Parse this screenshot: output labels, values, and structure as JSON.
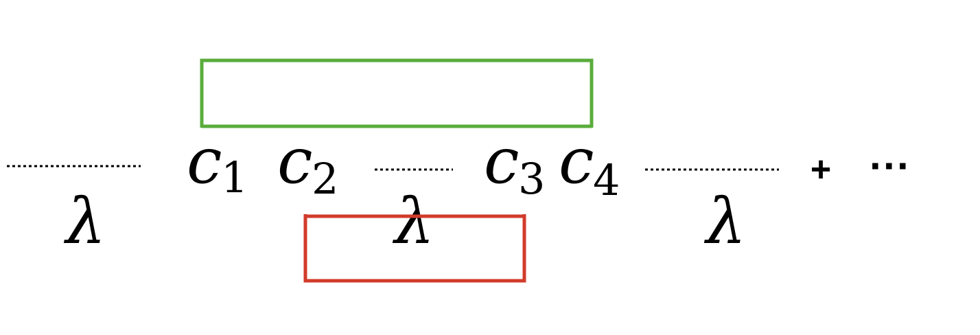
{
  "colors": {
    "green_box": "#5aac3c",
    "red_box": "#d23b2b",
    "text": "#000000"
  },
  "lambda_symbol": "λ",
  "tokens": {
    "c1": {
      "base": "c",
      "sub": "1"
    },
    "c2": {
      "base": "c",
      "sub": "2"
    },
    "c3": {
      "base": "c",
      "sub": "3"
    },
    "c4": {
      "base": "c",
      "sub": "4"
    }
  },
  "plus": "+",
  "ellipsis": "···"
}
